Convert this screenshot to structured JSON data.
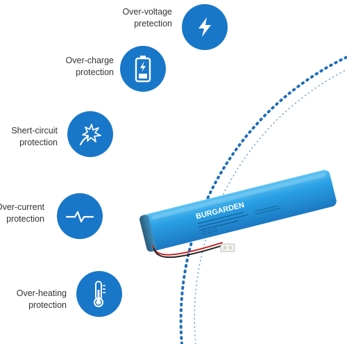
{
  "features": [
    {
      "line1": "Over-voltage",
      "line2": "pretection",
      "icon": "lightning-icon"
    },
    {
      "line1": "Over-charge",
      "line2": "protection",
      "icon": "battery-charging-icon"
    },
    {
      "line1": "Shert-circuit",
      "line2": "protection",
      "icon": "spark-icon"
    },
    {
      "line1": "Over-current",
      "line2": "protection",
      "icon": "pulse-icon"
    },
    {
      "line1": "Over-heating",
      "line2": "protection",
      "icon": "thermometer-icon"
    }
  ],
  "product": {
    "brand": "BURGARDEN"
  },
  "colors": {
    "accent": "#1877c8",
    "battery_body": "#2aa0e4",
    "arc_dots": "#1f6fb8"
  }
}
